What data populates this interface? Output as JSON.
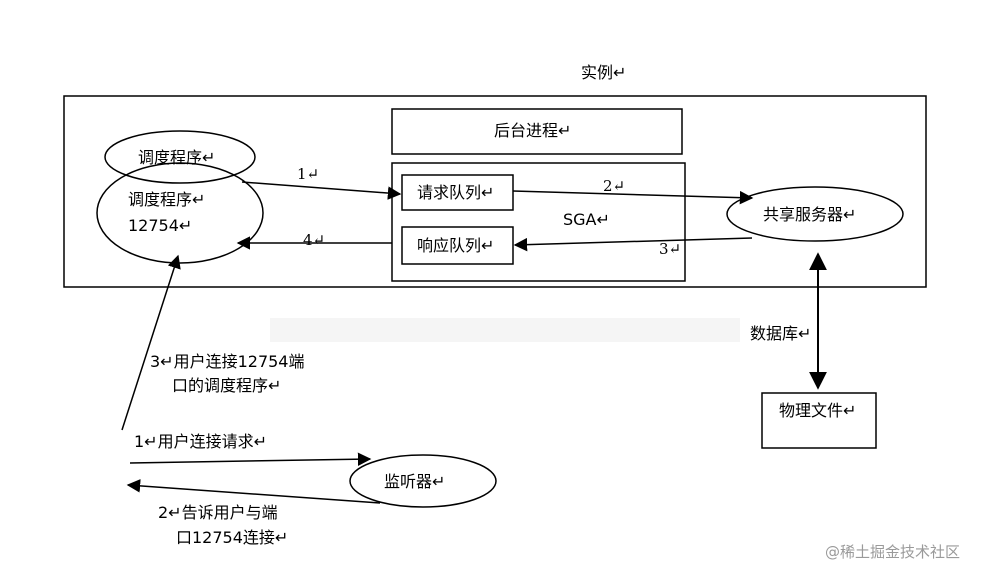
{
  "diagram": {
    "instance_label": "实例↵",
    "background_process_label": "后台进程↵",
    "scheduler_small_label": "调度程序↵",
    "scheduler_main_label_line1": "调度程序↵",
    "scheduler_main_label_line2": "12754↵",
    "request_queue_label": "请求队列↵",
    "response_queue_label": "响应队列↵",
    "sga_label": "SGA↵",
    "shared_server_label": "共享服务器↵",
    "database_label": "数据库↵",
    "physical_file_label": "物理文件↵",
    "listener_label": "监听器↵",
    "arrow_1_top": "1↵",
    "arrow_2": "2↵",
    "arrow_3": "3↵",
    "arrow_4": "4↵",
    "step3_line1": "3↵用户连接12754端",
    "step3_line2": "口的调度程序↵",
    "step1_label": "1↵用户连接请求↵",
    "step2_line1": "2↵告诉用户与端",
    "step2_line2": "口12754连接↵"
  },
  "watermark": "@稀土掘金技术社区"
}
